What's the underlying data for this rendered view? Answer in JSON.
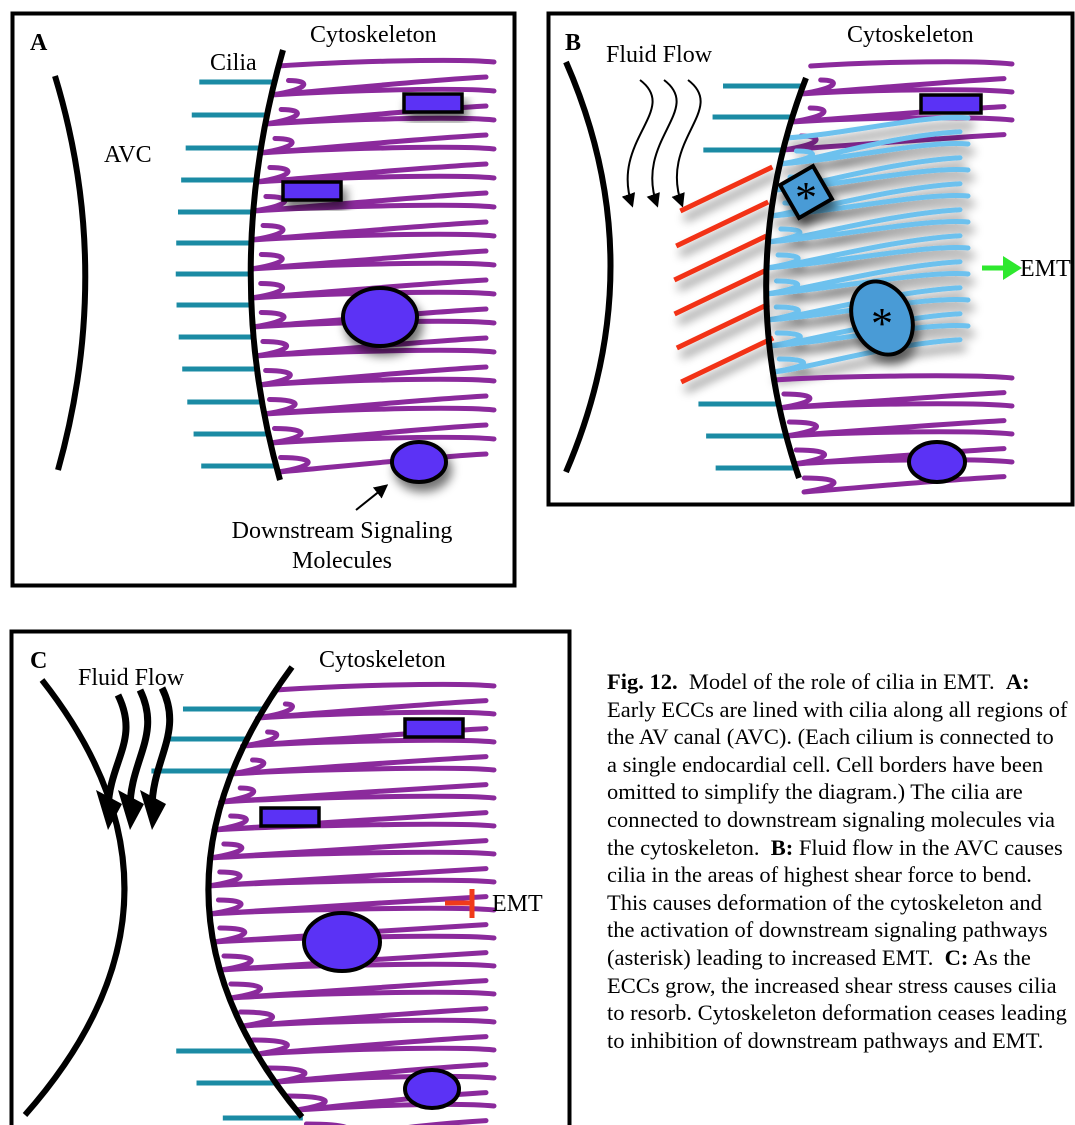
{
  "colors": {
    "cytoskeleton": "#8B2A9C",
    "cilia": "#1B8BA4",
    "bent_cilia": "#F23015",
    "deformed_cytoskeleton": "#6DC1EE",
    "signaling_molecule": "#5B32F5",
    "activated_molecule": "#4A9BD6",
    "emt_arrow": "#2EE82E",
    "emt_inhibit": "#F03A1A"
  },
  "panels": {
    "a": {
      "letter": "A",
      "cytoskeleton_label": "Cytoskeleton",
      "cilia_label": "Cilia",
      "avc_label": "AVC",
      "molecules_label_1": "Downstream Signaling",
      "molecules_label_2": "Molecules"
    },
    "b": {
      "letter": "B",
      "cytoskeleton_label": "Cytoskeleton",
      "flow_label": "Fluid Flow",
      "emt_label": "EMT",
      "asterisk": "*"
    },
    "c": {
      "letter": "C",
      "cytoskeleton_label": "Cytoskeleton",
      "flow_label": "Fluid Flow",
      "emt_label": "EMT"
    }
  },
  "caption": {
    "fig_label": "Fig. 12.",
    "intro": "Model of the role of cilia in EMT.",
    "a_label": "A:",
    "a_text": "Early ECCs are lined with cilia along all regions of the AV canal (AVC). (Each cilium is connected to a single endocardial cell.  Cell borders have been omitted to simplify the diagram.) The cilia are connected to downstream signaling molecules via the cytoskeleton.",
    "b_label": "B:",
    "b_text": "Fluid flow in the AVC causes cilia in the areas of highest shear force to bend.  This causes deformation of the cytoskeleton and the activation of downstream signaling pathways (asterisk) leading to increased EMT.",
    "c_label": "C:",
    "c_text": "As the ECCs grow, the increased shear stress causes cilia to resorb.  Cytoskeleton deformation ceases leading to inhibition of downstream pathways and EMT."
  }
}
